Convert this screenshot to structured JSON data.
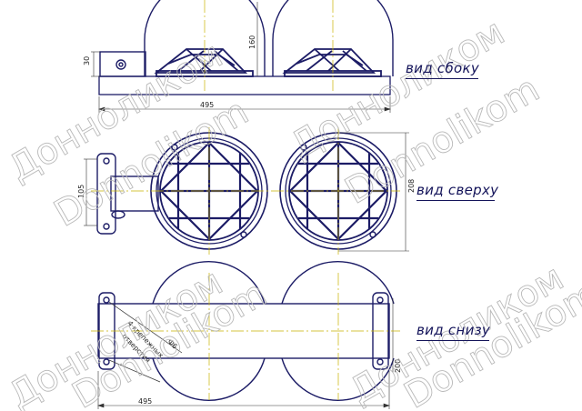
{
  "labels": {
    "side_view": "вид сбоку",
    "top_view": "вид сверху",
    "bottom_view": "вид снизу"
  },
  "dimensions": {
    "side_height_box": "30",
    "side_height_dome": "160",
    "side_width": "495",
    "top_height_bracket": "105",
    "top_height_total": "208",
    "bottom_width": "495",
    "bottom_height": "200",
    "hole_diameter": "Ф6"
  },
  "notes": {
    "mounting_holes_line1": "4 крепежных",
    "mounting_holes_line2": "отверстия"
  },
  "watermarks": [
    "Донноликом",
    "Donnolikom",
    "Донноликом",
    "Donnolikom",
    "Донноликом",
    "Donnolikom",
    "Донноликом",
    "Donnolikom"
  ],
  "colors": {
    "outline": "#1c1c66",
    "centerline": "#c9b400",
    "dimension": "#333333",
    "watermark": "#b9b9b9"
  }
}
